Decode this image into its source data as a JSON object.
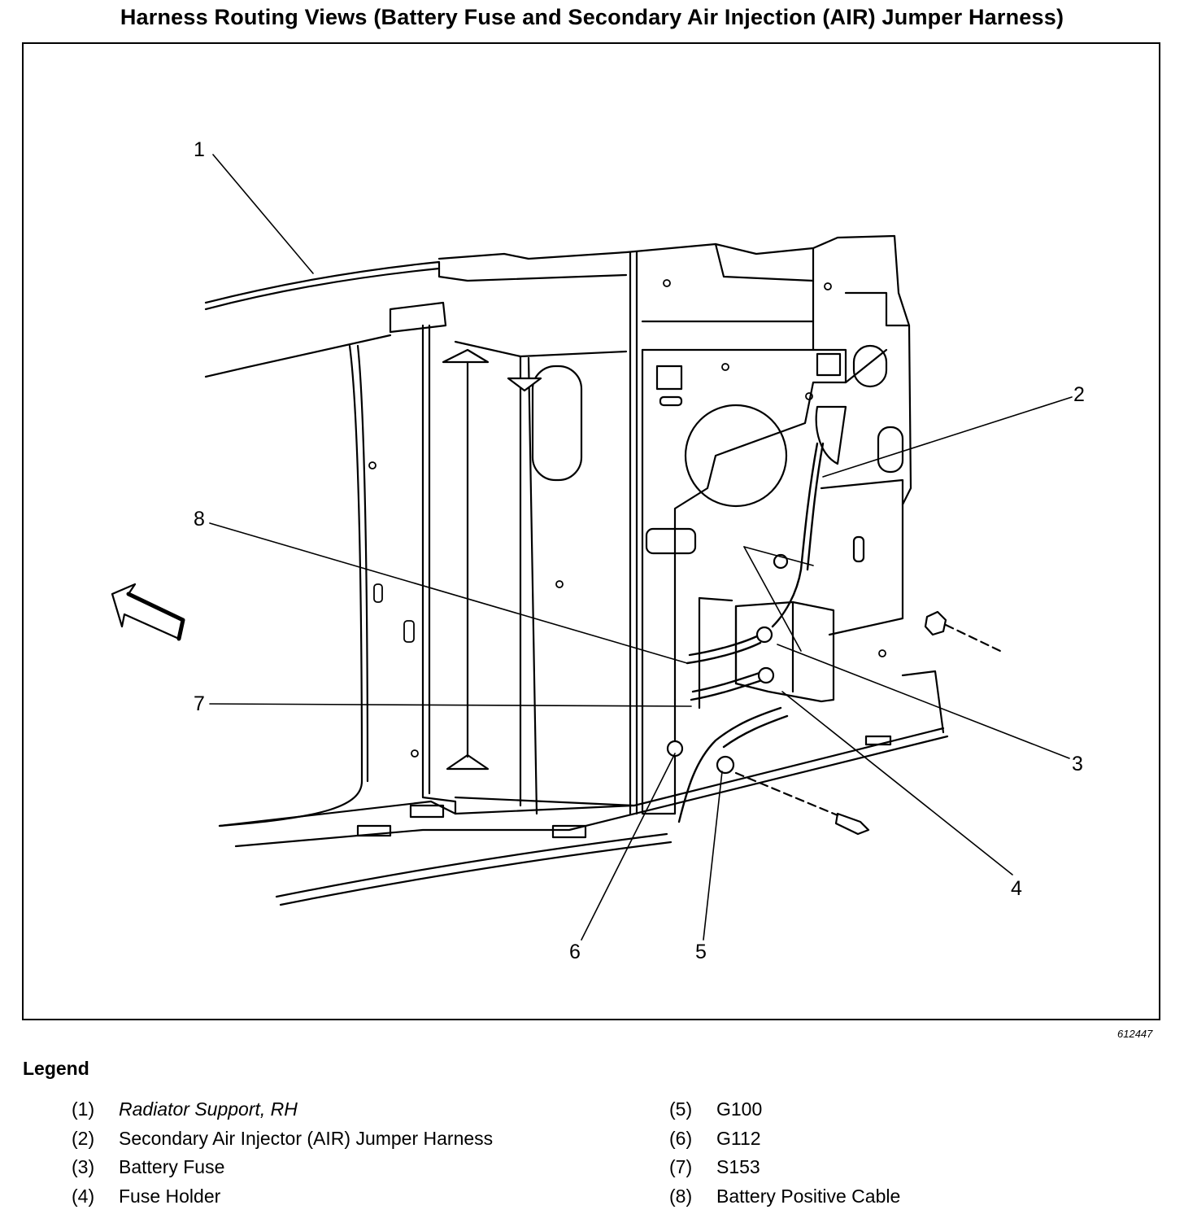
{
  "title": "Harness Routing Views (Battery Fuse and Secondary Air Injection (AIR) Jumper Harness)",
  "figure_number": "612447",
  "callouts": [
    "1",
    "2",
    "3",
    "4",
    "5",
    "6",
    "7",
    "8"
  ],
  "legend": {
    "heading": "Legend",
    "items": [
      {
        "num": "(1)",
        "label": "Radiator Support, RH"
      },
      {
        "num": "(2)",
        "label": "Secondary Air Injector (AIR) Jumper Harness"
      },
      {
        "num": "(3)",
        "label": "Battery Fuse"
      },
      {
        "num": "(4)",
        "label": "Fuse Holder"
      },
      {
        "num": "(5)",
        "label": "G100"
      },
      {
        "num": "(6)",
        "label": "G112"
      },
      {
        "num": "(7)",
        "label": "S153"
      },
      {
        "num": "(8)",
        "label": "Battery Positive Cable"
      }
    ]
  }
}
